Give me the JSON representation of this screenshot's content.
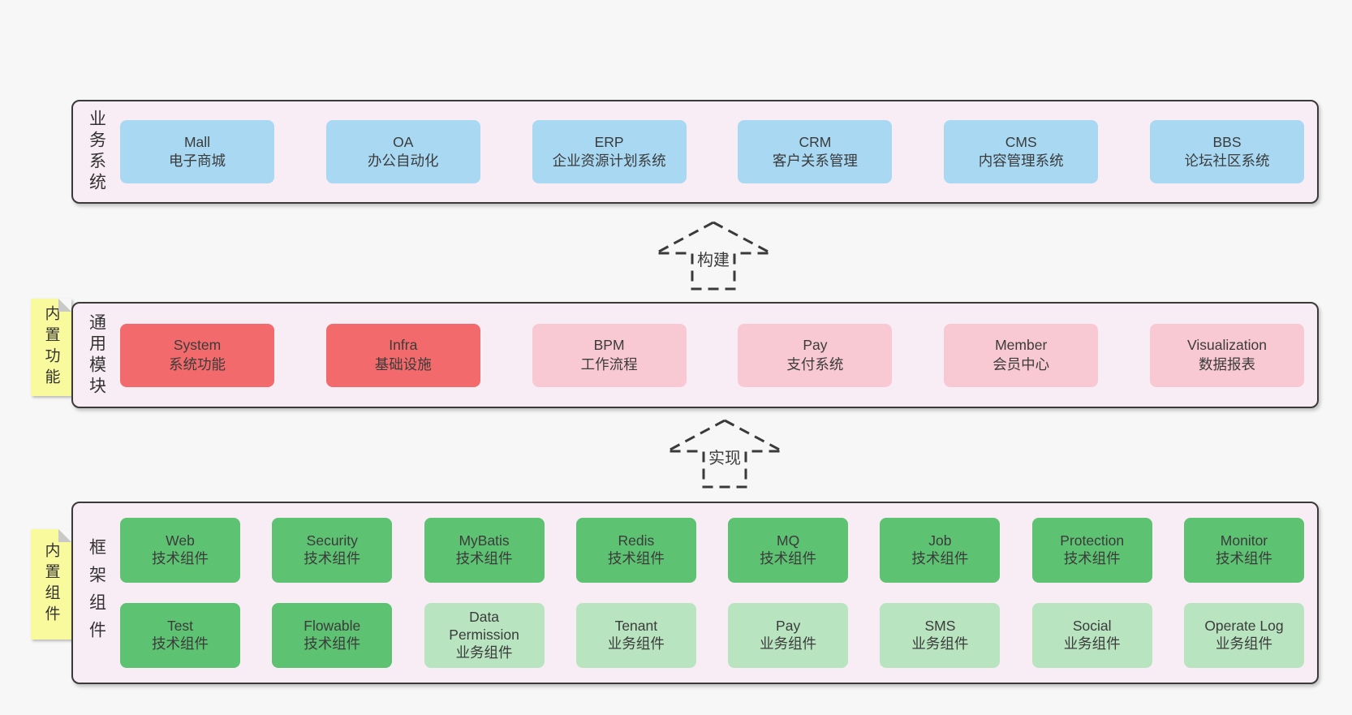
{
  "colors": {
    "page_bg": "#f7f7f7",
    "band_bg": "#f8edf5",
    "band_border": "#3a3a3a",
    "box_blue": "#a8d8f2",
    "box_red": "#f26a6b",
    "box_pink": "#f9c9d3",
    "box_green": "#5ec273",
    "box_light_green": "#b9e4c0",
    "sticky_bg": "#f9f99d",
    "sticky_fold": "#c9c9c9",
    "text": "#3b3b3b"
  },
  "arrows": [
    {
      "label": "构建"
    },
    {
      "label": "实现"
    }
  ],
  "bands": [
    {
      "label": "业务系统",
      "boxes": [
        {
          "name": "Mall",
          "desc": "电子商城",
          "type": "blue"
        },
        {
          "name": "OA",
          "desc": "办公自动化",
          "type": "blue"
        },
        {
          "name": "ERP",
          "desc": "企业资源计划系统",
          "type": "blue"
        },
        {
          "name": "CRM",
          "desc": "客户关系管理",
          "type": "blue"
        },
        {
          "name": "CMS",
          "desc": "内容管理系统",
          "type": "blue"
        },
        {
          "name": "BBS",
          "desc": "论坛社区系统",
          "type": "blue"
        }
      ]
    },
    {
      "label": "通用模块",
      "sticky": "内置功能",
      "boxes": [
        {
          "name": "System",
          "desc": "系统功能",
          "type": "red"
        },
        {
          "name": "Infra",
          "desc": "基础设施",
          "type": "red"
        },
        {
          "name": "BPM",
          "desc": "工作流程",
          "type": "pink"
        },
        {
          "name": "Pay",
          "desc": "支付系统",
          "type": "pink"
        },
        {
          "name": "Member",
          "desc": "会员中心",
          "type": "pink"
        },
        {
          "name": "Visualization",
          "desc": "数据报表",
          "type": "pink"
        }
      ]
    },
    {
      "label": "框架组件",
      "sticky": "内置组件",
      "rows": [
        [
          {
            "name": "Web",
            "desc": "技术组件",
            "type": "green"
          },
          {
            "name": "Security",
            "desc": "技术组件",
            "type": "green"
          },
          {
            "name": "MyBatis",
            "desc": "技术组件",
            "type": "green"
          },
          {
            "name": "Redis",
            "desc": "技术组件",
            "type": "green"
          },
          {
            "name": "MQ",
            "desc": "技术组件",
            "type": "green"
          },
          {
            "name": "Job",
            "desc": "技术组件",
            "type": "green"
          },
          {
            "name": "Protection",
            "desc": "技术组件",
            "type": "green"
          },
          {
            "name": "Monitor",
            "desc": "技术组件",
            "type": "green"
          }
        ],
        [
          {
            "name": "Test",
            "desc": "技术组件",
            "type": "green"
          },
          {
            "name": "Flowable",
            "desc": "技术组件",
            "type": "green"
          },
          {
            "name": "Data Permission",
            "desc": "业务组件",
            "type": "light_green"
          },
          {
            "name": "Tenant",
            "desc": "业务组件",
            "type": "light_green"
          },
          {
            "name": "Pay",
            "desc": "业务组件",
            "type": "light_green"
          },
          {
            "name": "SMS",
            "desc": "业务组件",
            "type": "light_green"
          },
          {
            "name": "Social",
            "desc": "业务组件",
            "type": "light_green"
          },
          {
            "name": "Operate Log",
            "desc": "业务组件",
            "type": "light_green"
          }
        ]
      ]
    }
  ]
}
